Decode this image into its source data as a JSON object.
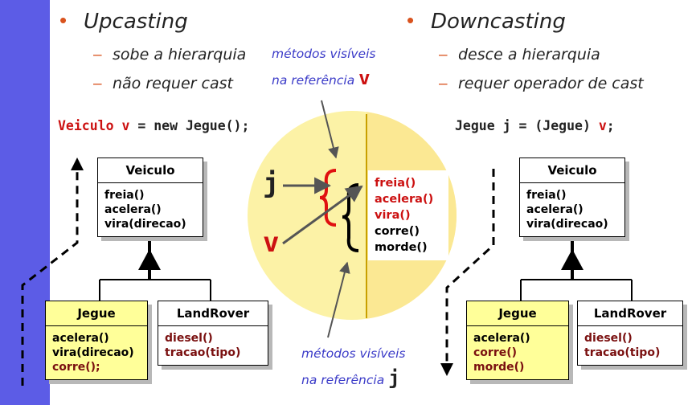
{
  "colors": {
    "sidebar": "#5c5ce6",
    "bullet": "#d9531e",
    "note": "#3b3bc8",
    "highlight_red": "#cc1111",
    "circle": "#fcf2a6",
    "yellow_box": "#ffff99"
  },
  "left": {
    "title": "Upcasting",
    "items": [
      "sobe a hierarquia",
      "não requer cast"
    ],
    "code": {
      "type": "Veiculo",
      "var": "v",
      "rest": " = new Jegue();"
    }
  },
  "right": {
    "title": "Downcasting",
    "items": [
      "desce a hierarquia",
      "requer operador de cast"
    ],
    "code": {
      "prefix": "Jegue j = (Jegue) ",
      "var": "v",
      "suffix": ";"
    }
  },
  "note_top": {
    "line1": "métodos visíveis",
    "line2": "na referência",
    "ref": "v"
  },
  "note_bottom": {
    "line1": "métodos visíveis",
    "line2": "na referência",
    "ref": "j"
  },
  "center": {
    "ref_j": "j",
    "ref_v": "v",
    "methods": [
      "freia()",
      "acelera()",
      "vira()",
      "corre()",
      "morde()"
    ]
  },
  "diagram_left": {
    "parent": {
      "name": "Veiculo",
      "methods": [
        "freia()",
        "acelera()",
        "vira(direcao)"
      ]
    },
    "child1": {
      "name": "Jegue",
      "methods": [
        "acelera()",
        "vira(direcao)",
        "corre();"
      ]
    },
    "child2": {
      "name": "LandRover",
      "methods": [
        "diesel()",
        "tracao(tipo)"
      ]
    }
  },
  "diagram_right": {
    "parent": {
      "name": "Veiculo",
      "methods": [
        "freia()",
        "acelera()",
        "vira(direcao)"
      ]
    },
    "child1": {
      "name": "Jegue",
      "methods": [
        "acelera()",
        "corre()",
        "morde()"
      ]
    },
    "child2": {
      "name": "LandRover",
      "methods": [
        "diesel()",
        "tracao(tipo)"
      ]
    }
  }
}
